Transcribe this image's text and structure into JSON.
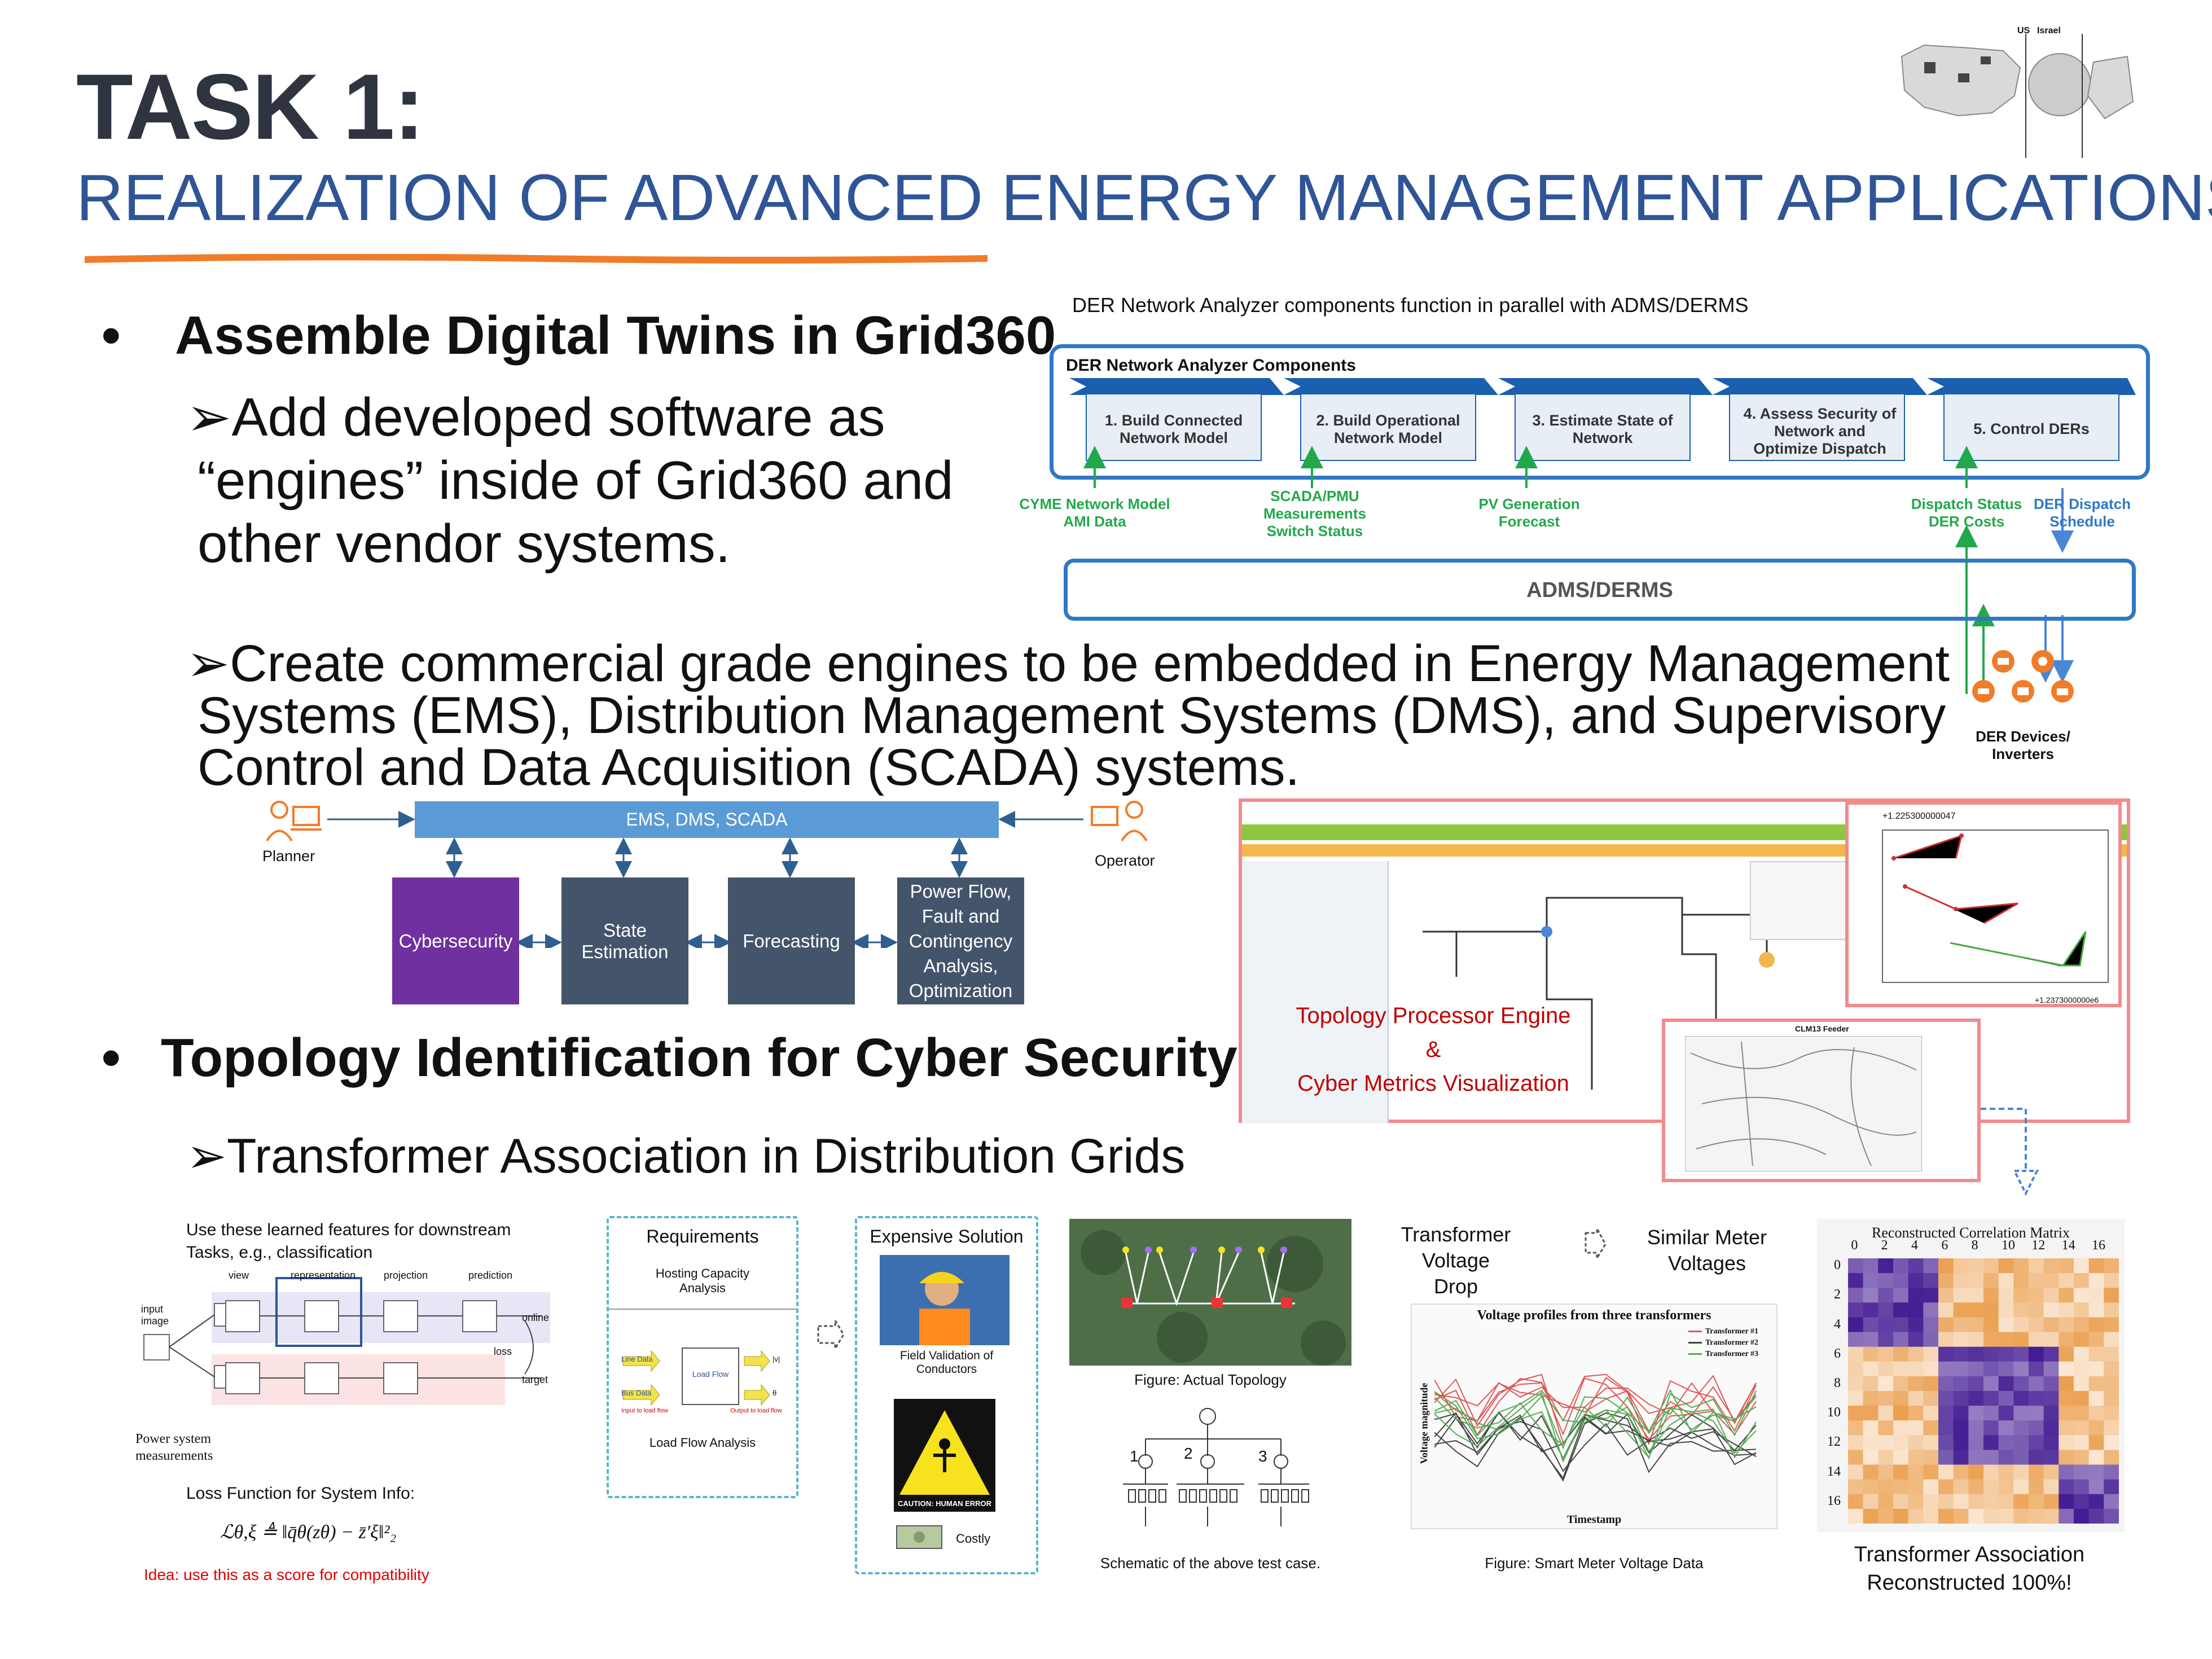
{
  "header": {
    "title": "TASK 1:",
    "subtitle": "REALIZATION OF ADVANCED ENERGY MANAGEMENT APPLICATIONS"
  },
  "section1": {
    "bullet": "•",
    "heading": "Assemble Digital Twins in Grid360",
    "sub1_lines": [
      "➢Add developed software as",
      "“engines” inside of Grid360 and",
      "other vendor systems."
    ],
    "sub2_lines": [
      "➢Create commercial grade engines to be embedded in Energy Management",
      "Systems (EMS), Distribution Management Systems (DMS), and Supervisory",
      "Control and Data Acquisition (SCADA) systems."
    ]
  },
  "der": {
    "caption": "DER Network Analyzer components function in parallel with ADMS/DERMS",
    "box_title": "DER Network Analyzer Components",
    "steps": [
      "1. Build Connected Network Model",
      "2. Build Operational Network Model",
      "3. Estimate State of Network",
      "4. Assess Security of Network and Optimize Dispatch",
      "5. Control DERs"
    ],
    "inputs": [
      "CYME Network Model AMI Data",
      "SCADA/PMU Measurements Switch Status",
      "PV Generation Forecast",
      "Dispatch Status DER Costs",
      "DER Dispatch Schedule"
    ],
    "admsbox": "ADMS/DERMS",
    "devices": "DER Devices/ Inverters"
  },
  "ems": {
    "bar": "EMS, DMS, SCADA",
    "planner": "Planner",
    "operator": "Operator",
    "modules": [
      "Cybersecurity",
      "State Estimation",
      "Forecasting",
      "Power Flow, Fault and Contingency Analysis, Optimization"
    ]
  },
  "topo_panel": {
    "overlay": [
      "Topology Processor Engine",
      "&",
      "Cyber Metrics Visualization"
    ],
    "scatter_top": "+1.225300000047",
    "scatter_bottom": "+1.2373000000e6",
    "map_title": "CLM13 Feeder"
  },
  "section2": {
    "bullet": "•",
    "heading": "Topology Identification for Cyber Security",
    "sub": "➢Transformer Association in Distribution Grids"
  },
  "ml": {
    "top_text": [
      "Use these learned features for downstream",
      "Tasks, e.g., classification"
    ],
    "labels": {
      "view": "view",
      "representation": "representation",
      "projection": "projection",
      "prediction": "prediction",
      "online": "online",
      "target": "target",
      "loss": "loss",
      "input": "input image",
      "power": "Power system measurements"
    },
    "loss_title": "Loss Function for System Info:",
    "formula": "ℒθ,ξ ≜ ‖q̄θ(zθ) − z̄′ξ‖²₂",
    "idea": "Idea: use this as a score for compatibility"
  },
  "requirements": {
    "title": "Requirements",
    "hosting": [
      "Hosting Capacity",
      "Analysis"
    ],
    "lineData": "Line Data",
    "busData": "Bus Data",
    "loadFlow": "Load Flow",
    "v": "|v|",
    "theta": "θ",
    "inputNote": "Input to load flow",
    "outputNote": "Output to load flow",
    "footer": "Load Flow Analysis"
  },
  "expensive": {
    "title": "Expensive Solution",
    "field": [
      "Field Validation of",
      "Conductors"
    ],
    "caution": "CAUTION: HUMAN ERROR",
    "costly": "Costly"
  },
  "topology": {
    "fig1": "Figure: Actual Topology",
    "fig2": "Schematic of the above test case.",
    "numbers": [
      "1",
      "2",
      "3"
    ]
  },
  "voltage": {
    "transformer_drop": [
      "Transformer",
      "Voltage Drop"
    ],
    "similar": [
      "Similar Meter",
      "Voltages"
    ],
    "chart_title": "Voltage profiles from three transformers",
    "xlabel": "Timestamp",
    "ylabel": "Voltage magnitude",
    "legend": [
      "Transformer #1",
      "Transformer #2",
      "Transformer #3"
    ],
    "fig": "Figure: Smart Meter Voltage Data",
    "colors": [
      "#e05555",
      "#444444",
      "#55aa55"
    ]
  },
  "corr": {
    "title": "Reconstructed Correlation Matrix",
    "xticks": [
      "0",
      "2",
      "4",
      "6",
      "8",
      "10",
      "12",
      "14",
      "16"
    ],
    "yticks": [
      "0",
      "2",
      "4",
      "6",
      "8",
      "10",
      "12",
      "14",
      "16"
    ],
    "caption": [
      "Transformer Association",
      "Reconstructed 100%!"
    ]
  },
  "legend_logo": {
    "us": "US",
    "israel": "Israel"
  }
}
